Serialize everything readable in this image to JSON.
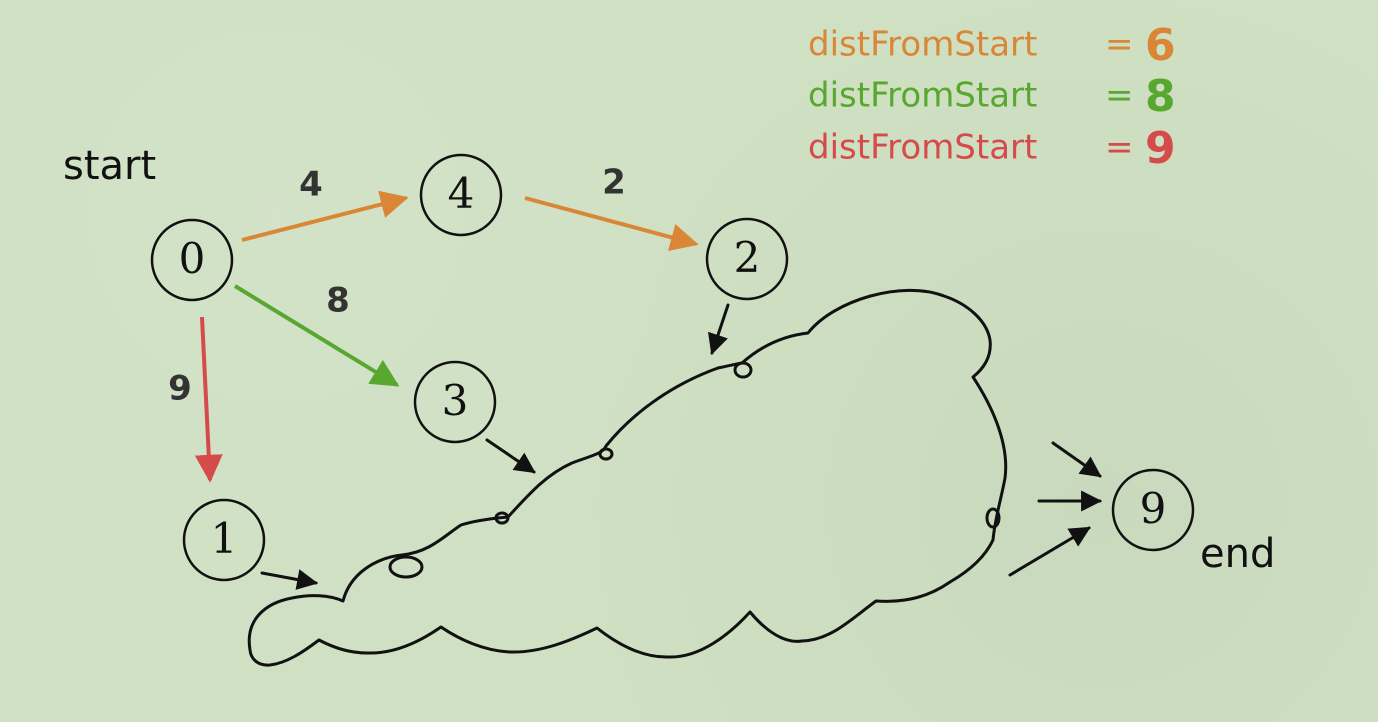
{
  "colors": {
    "background": "#cfe0c3",
    "orange": "#d98637",
    "green": "#58a82f",
    "red": "#d54b4b",
    "black": "#111111"
  },
  "labels": {
    "start": "start",
    "end": "end"
  },
  "legend": [
    {
      "label": "distFromStart",
      "equals": "=",
      "value": "6",
      "color": "#d98637"
    },
    {
      "label": "distFromStart",
      "equals": "=",
      "value": "8",
      "color": "#58a82f"
    },
    {
      "label": "distFromStart",
      "equals": "=",
      "value": "9",
      "color": "#d54b4b"
    }
  ],
  "nodes": [
    {
      "id": "0",
      "label": "0"
    },
    {
      "id": "4",
      "label": "4"
    },
    {
      "id": "2",
      "label": "2"
    },
    {
      "id": "3",
      "label": "3"
    },
    {
      "id": "1",
      "label": "1"
    },
    {
      "id": "9",
      "label": "9"
    }
  ],
  "edges": [
    {
      "from": "0",
      "to": "4",
      "weight": "4",
      "color": "orange"
    },
    {
      "from": "4",
      "to": "2",
      "weight": "2",
      "color": "orange"
    },
    {
      "from": "0",
      "to": "3",
      "weight": "8",
      "color": "green"
    },
    {
      "from": "0",
      "to": "1",
      "weight": "9",
      "color": "red"
    }
  ]
}
